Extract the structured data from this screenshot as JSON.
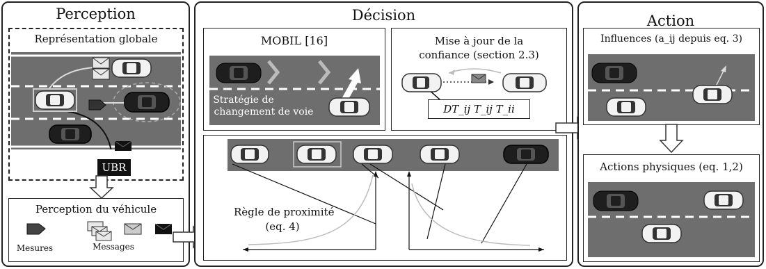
{
  "perception": {
    "title": "Perception",
    "global_repr_label": "Représentation globale",
    "ubr_label": "UBR",
    "vehicle_perception_label": "Perception du véhicule",
    "measures_label": "Mesures",
    "messages_label": "Messages"
  },
  "decision": {
    "title": "Décision",
    "mobil_label": "MOBIL [16]",
    "lane_change_line1": "Stratégie de",
    "lane_change_line2": "changement de voie",
    "trust_line1": "Mise à jour de la",
    "trust_line2": "confiance (section 2.3)",
    "trust_formula": "DT_ij  T_ij  T_ii",
    "proximity_line1": "Règle de proximité",
    "proximity_line2": "(eq. 4)"
  },
  "action": {
    "title": "Action",
    "influences_label": "Influences (a_ij depuis eq. 3)",
    "physical_label": "Actions physiques (eq. 1,2)"
  },
  "colors": {
    "road": "#6e6e6e",
    "car_dark": "#1e1e1e",
    "car_light": "#f2f2f2",
    "border": "#222222"
  }
}
